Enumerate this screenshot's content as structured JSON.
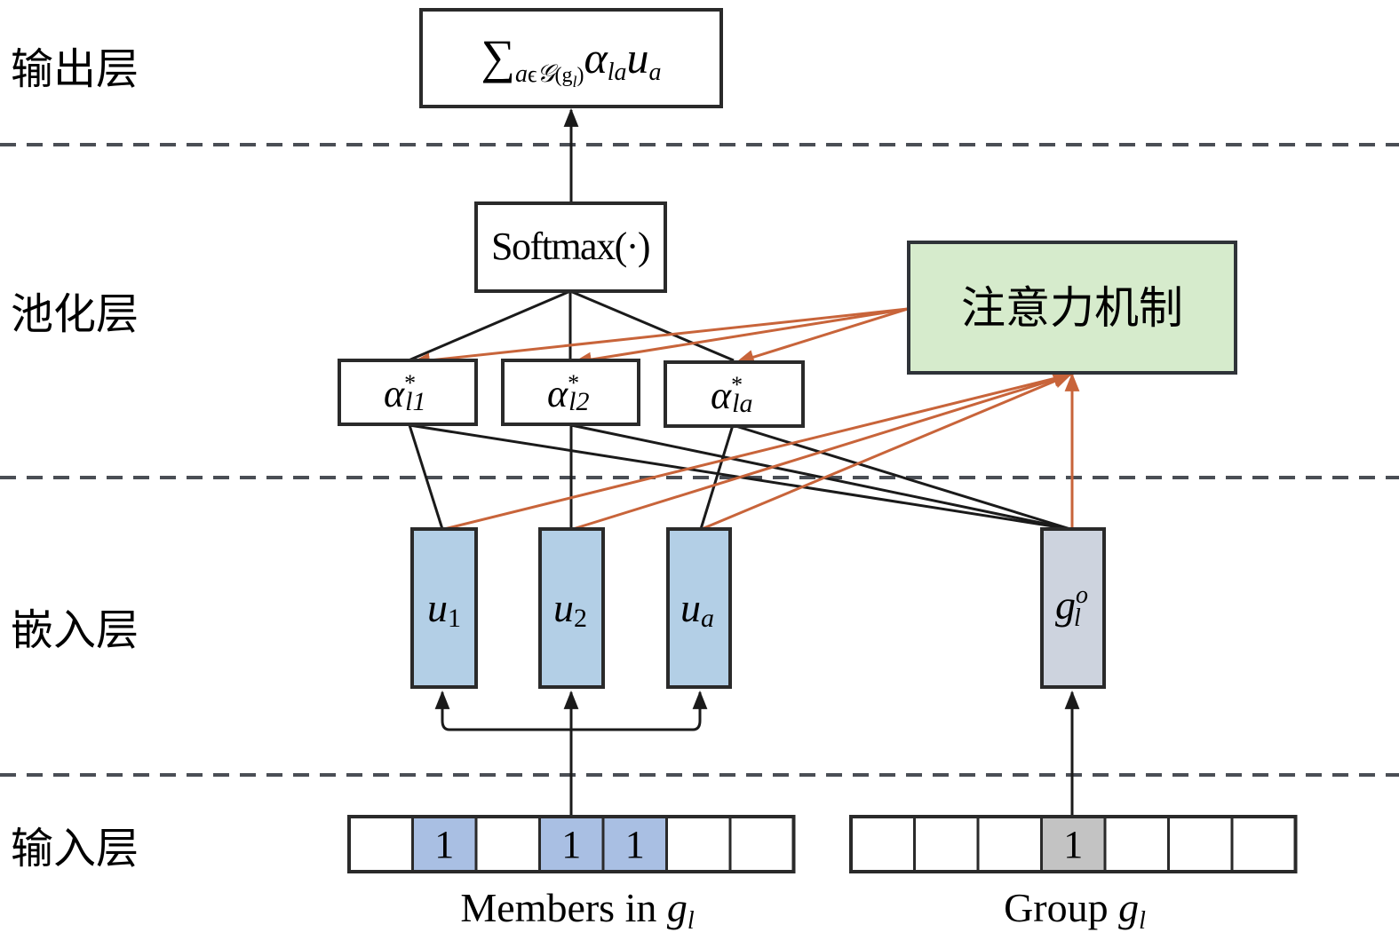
{
  "layers": [
    {
      "label": "输出层"
    },
    {
      "label": "池化层"
    },
    {
      "label": "嵌入层"
    },
    {
      "label": "输入层"
    }
  ],
  "output_box": {
    "formula_sum": "∑",
    "formula_sub_a": "a",
    "formula_sub_in": "ϵ",
    "formula_sub_set": "𝒢",
    "formula_sub_g": "(g",
    "formula_sub_l": "l",
    "formula_sub_close": ")",
    "alpha": "α",
    "alpha_sub": "la",
    "u": "u",
    "u_sub": "a"
  },
  "softmax_box": {
    "label": "Softmax(·)"
  },
  "attention_box": {
    "label": "注意力机制",
    "fill": "#d6ebcc"
  },
  "alpha_boxes": [
    {
      "symbol": "α",
      "sup": "*",
      "sub": "l1"
    },
    {
      "symbol": "α",
      "sup": "*",
      "sub": "l2"
    },
    {
      "symbol": "α",
      "sup": "*",
      "sub": "la"
    }
  ],
  "member_embeddings": [
    {
      "symbol": "u",
      "sub": "1"
    },
    {
      "symbol": "u",
      "sub": "2"
    },
    {
      "symbol": "u",
      "sub": "a"
    }
  ],
  "group_embedding": {
    "symbol": "g",
    "sup": "o",
    "sub": "l"
  },
  "members_vector": {
    "cells": [
      "",
      "1",
      "",
      "1",
      "1",
      "",
      ""
    ],
    "caption_text": "Members in ",
    "caption_g": "g",
    "caption_l": "l"
  },
  "group_vector": {
    "cells": [
      "",
      "",
      "",
      "1",
      "",
      "",
      ""
    ],
    "caption_text": "Group ",
    "caption_g": "g",
    "caption_l": "l"
  },
  "colors": {
    "member_fill": "#b3cfe6",
    "member_cell_fill": "#a9bfe3",
    "group_fill": "#cdd3de",
    "group_cell_fill": "#c3c3c3",
    "attention_arrow": "#c8643a",
    "line": "#1a1a1a",
    "dash": "#4a4e55"
  }
}
